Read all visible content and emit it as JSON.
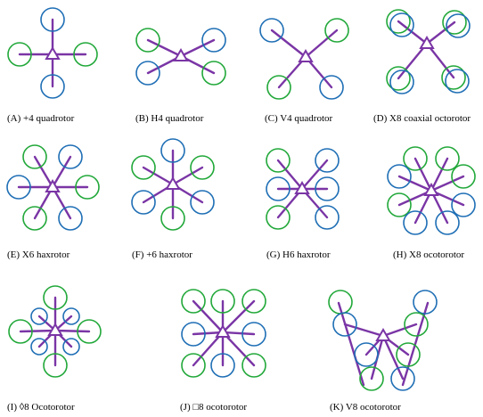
{
  "colors": {
    "arm": "#7a35a5",
    "rotor_blue": "#1f6fb5",
    "rotor_green": "#22a83a"
  },
  "rotor_color_map": {
    "b": "rotor_blue",
    "g": "rotor_green"
  },
  "configurations": [
    {
      "name": "plus4",
      "caption": "(A) +4 quadrotor"
    },
    {
      "name": "h4",
      "caption": "(B) H4 quadrotor"
    },
    {
      "name": "v4",
      "caption": "(C) V4 quadrotor"
    },
    {
      "name": "x8-coaxial",
      "caption": "(D) X8 coaxial octorotor"
    },
    {
      "name": "x6",
      "caption": "(E)  X6 haxrotor"
    },
    {
      "name": "plus6",
      "caption": "(F) +6 haxrotor"
    },
    {
      "name": "h6",
      "caption": "(G)  H6 haxrotor"
    },
    {
      "name": "x8",
      "caption": "(H)  X8 ocotorotor"
    },
    {
      "name": "diamond8",
      "caption": "(I)  ◊8 Ocotorotor"
    },
    {
      "name": "square8",
      "caption": "(J)  □8 ocotorotor"
    },
    {
      "name": "v8",
      "caption": "(K) V8 ocotorotor"
    }
  ]
}
